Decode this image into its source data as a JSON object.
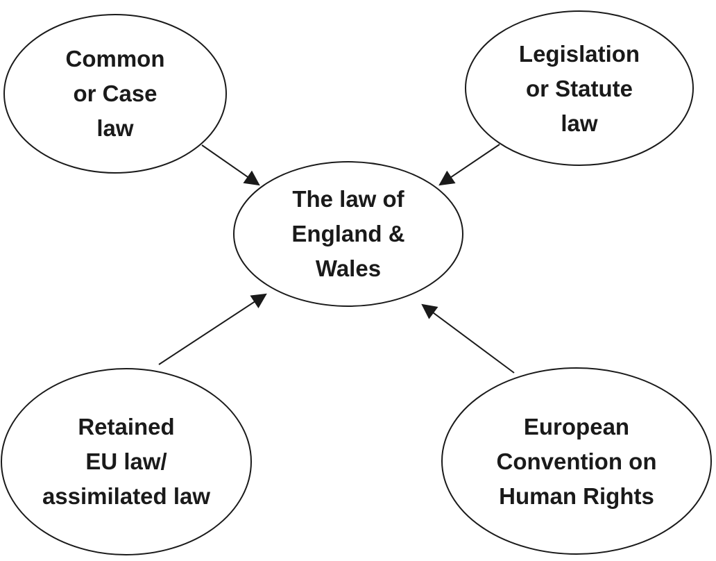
{
  "diagram": {
    "center": {
      "lines": [
        "The law of",
        "England &",
        "Wales"
      ]
    },
    "sources": [
      {
        "id": "common",
        "lines": [
          "Common",
          "or Case",
          "law"
        ]
      },
      {
        "id": "legislation",
        "lines": [
          "Legislation",
          "or Statute",
          "law"
        ]
      },
      {
        "id": "retained",
        "lines": [
          "Retained",
          "EU law/",
          "assimilated law"
        ]
      },
      {
        "id": "echr",
        "lines": [
          "European",
          "Convention on",
          "Human Rights"
        ]
      }
    ],
    "edges": [
      {
        "from": "common",
        "to": "center"
      },
      {
        "from": "legislation",
        "to": "center"
      },
      {
        "from": "retained",
        "to": "center"
      },
      {
        "from": "echr",
        "to": "center"
      }
    ],
    "colors": {
      "stroke": "#1a1a1a",
      "fill": "#ffffff",
      "text": "#1a1a1a"
    }
  }
}
